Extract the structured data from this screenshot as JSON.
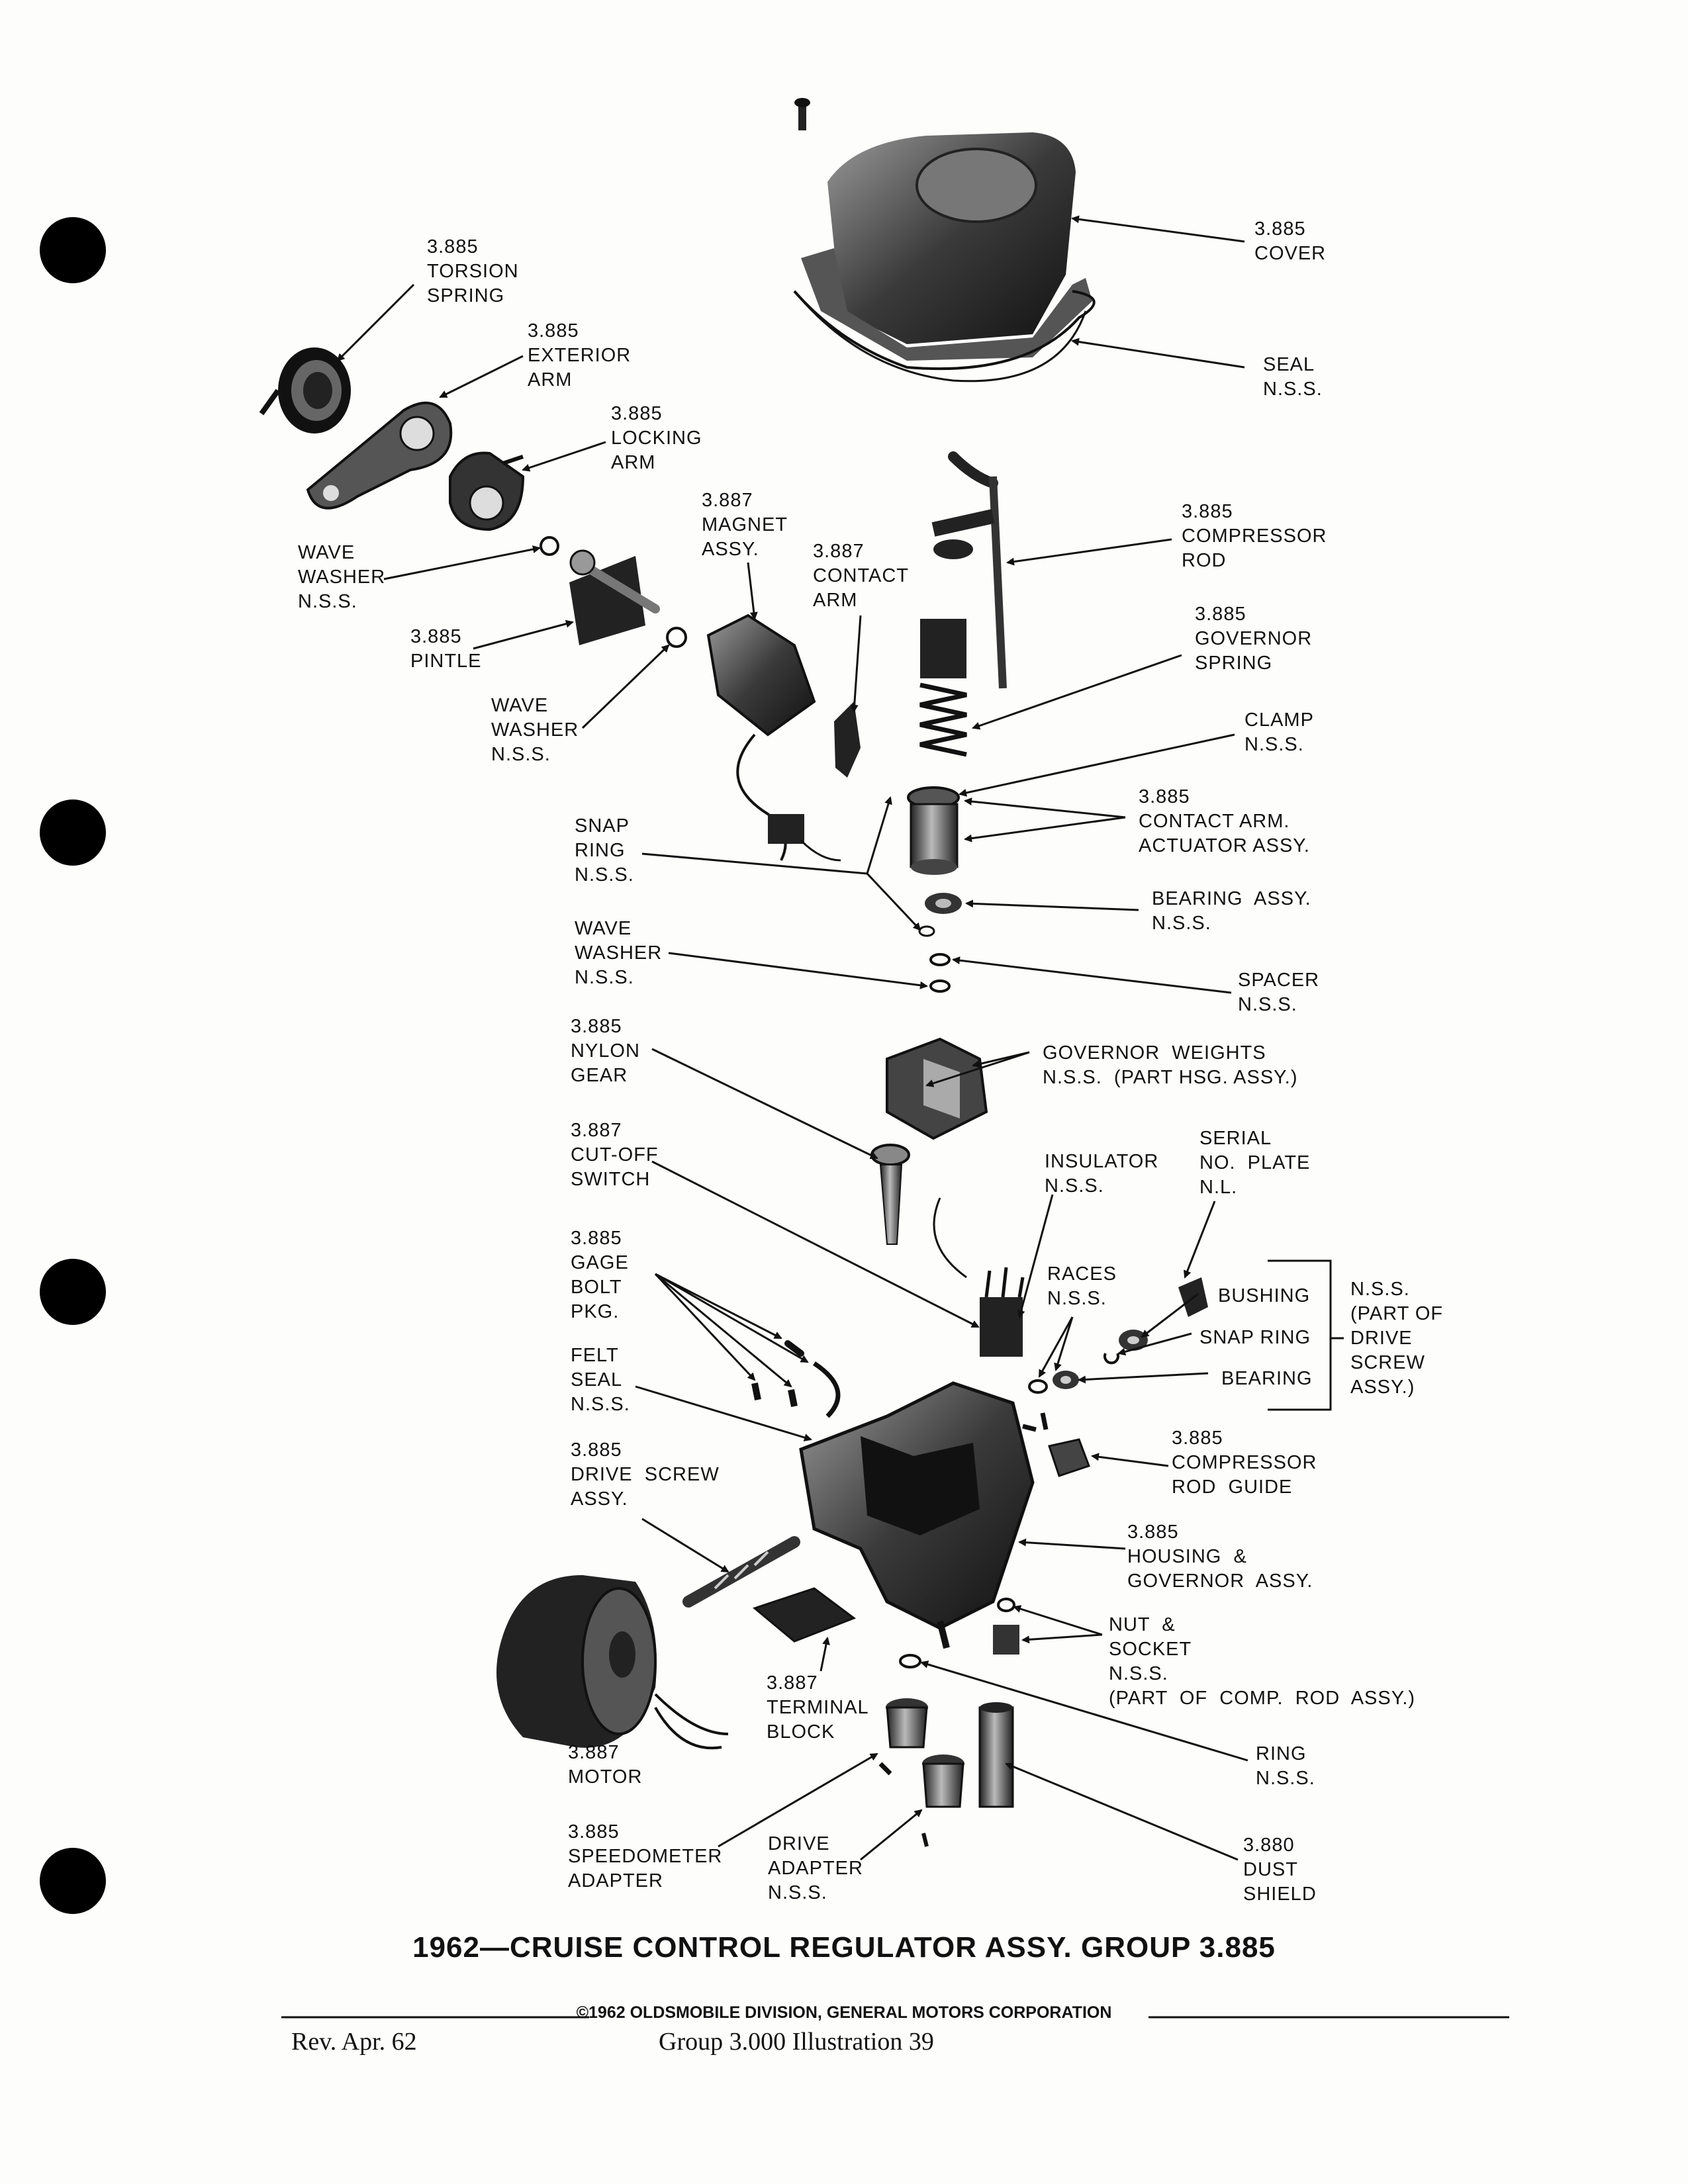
{
  "labels": {
    "torsion_spring": [
      "3.885",
      "TORSION",
      "SPRING"
    ],
    "exterior_arm": [
      "3.885",
      "EXTERIOR",
      "ARM"
    ],
    "locking_arm": [
      "3.885",
      "LOCKING",
      "ARM"
    ],
    "wave_washer_1": [
      "WAVE",
      "WASHER",
      "N.S.S."
    ],
    "pintle": [
      "3.885",
      "PINTLE"
    ],
    "wave_washer_2": [
      "WAVE",
      "WASHER",
      "N.S.S."
    ],
    "magnet_assy": [
      "3.887",
      "MAGNET",
      "ASSY."
    ],
    "contact_arm": [
      "3.887",
      "CONTACT",
      "ARM"
    ],
    "cover": [
      "3.885",
      "COVER"
    ],
    "seal": [
      "SEAL",
      "N.S.S."
    ],
    "compressor_rod": [
      "3.885",
      "COMPRESSOR",
      "ROD"
    ],
    "governor_spring": [
      "3.885",
      "GOVERNOR",
      "SPRING"
    ],
    "clamp": [
      "CLAMP",
      "N.S.S."
    ],
    "contact_arm_actuator": [
      "3.885",
      "CONTACT ARM.",
      "ACTUATOR ASSY."
    ],
    "snap_ring": [
      "SNAP",
      "RING",
      "N.S.S."
    ],
    "bearing_assy": [
      "BEARING  ASSY.",
      "N.S.S."
    ],
    "wave_washer_3": [
      "WAVE",
      "WASHER",
      "N.S.S."
    ],
    "spacer": [
      "SPACER",
      "N.S.S."
    ],
    "nylon_gear": [
      "3.885",
      "NYLON",
      "GEAR"
    ],
    "governor_weights": [
      "GOVERNOR  WEIGHTS",
      "N.S.S.  (PART HSG. ASSY.)"
    ],
    "cutoff_switch": [
      "3.887",
      "CUT-OFF",
      "SWITCH"
    ],
    "insulator": [
      "INSULATOR",
      "N.S.S."
    ],
    "serial_plate": [
      "SERIAL",
      "NO.  PLATE",
      "N.L."
    ],
    "gage_bolt": [
      "3.885",
      "GAGE",
      "BOLT",
      "PKG."
    ],
    "races": [
      "RACES",
      "N.S.S."
    ],
    "bushing": [
      "BUSHING"
    ],
    "snap_ring_2": [
      "SNAP RING"
    ],
    "bearing": [
      "BEARING"
    ],
    "drive_screw_note": [
      "N.S.S.",
      "(PART OF",
      "DRIVE",
      "SCREW",
      "ASSY.)"
    ],
    "felt_seal": [
      "FELT",
      "SEAL",
      "N.S.S."
    ],
    "compressor_rod_guide": [
      "3.885",
      "COMPRESSOR",
      "ROD  GUIDE"
    ],
    "drive_screw_assy": [
      "3.885",
      "DRIVE  SCREW",
      "ASSY."
    ],
    "housing": [
      "3.885",
      "HOUSING  &",
      "GOVERNOR  ASSY."
    ],
    "nut_socket": [
      "NUT  &",
      "SOCKET",
      "N.S.S.",
      "(PART  OF  COMP.  ROD  ASSY.)"
    ],
    "terminal_block": [
      "3.887",
      "TERMINAL",
      "BLOCK"
    ],
    "motor": [
      "3.887",
      "MOTOR"
    ],
    "ring": [
      "RING",
      "N.S.S."
    ],
    "speedometer_adapter": [
      "3.885",
      "SPEEDOMETER",
      "ADAPTER"
    ],
    "drive_adapter": [
      "DRIVE",
      "ADAPTER",
      "N.S.S."
    ],
    "dust_shield": [
      "3.880",
      "DUST",
      "SHIELD"
    ]
  },
  "title": "1962—CRUISE CONTROL REGULATOR ASSY. GROUP 3.885",
  "copyright": "©1962 OLDSMOBILE DIVISION, GENERAL MOTORS CORPORATION",
  "footer": {
    "revision": "Rev.  Apr.  62",
    "group": "Group   3.000   Illustration  39"
  }
}
